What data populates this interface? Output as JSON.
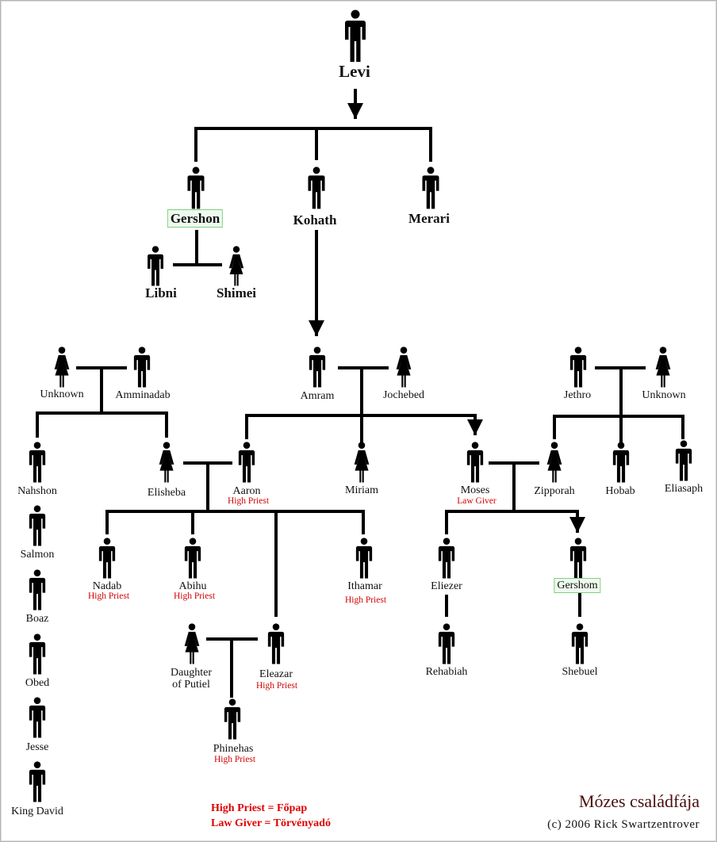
{
  "title": "Mózes családfája",
  "credit": "(c) 2006 Rick Swartzentrover",
  "legend": {
    "high_priest": "High Priest = Főpap",
    "law_giver": "Law Giver = Törvényadó"
  },
  "people": {
    "levi": "Levi",
    "gershon": "Gershon",
    "kohath": "Kohath",
    "merari": "Merari",
    "libni": "Libni",
    "shimei": "Shimei",
    "unknown_left": "Unknown",
    "amminadab": "Amminadab",
    "amram": "Amram",
    "jochebed": "Jochebed",
    "jethro": "Jethro",
    "unknown_right": "Unknown",
    "nahshon": "Nahshon",
    "salmon": "Salmon",
    "boaz": "Boaz",
    "obed": "Obed",
    "jesse": "Jesse",
    "king_david": "King David",
    "elisheba": "Elisheba",
    "aaron": "Aaron",
    "miriam": "Miriam",
    "moses": "Moses",
    "zipporah": "Zipporah",
    "hobab": "Hobab",
    "eliasaph": "Eliasaph",
    "nadab": "Nadab",
    "abihu": "Abihu",
    "ithamar": "Ithamar",
    "eliezer": "Eliezer",
    "gershom": "Gershom",
    "daughter_line1": "Daughter",
    "daughter_line2": "of Putiel",
    "eleazar": "Eleazar",
    "rehabiah": "Rehabiah",
    "shebuel": "Shebuel",
    "phinehas": "Phinehas"
  },
  "roles": {
    "high_priest": "High Priest",
    "law_giver": "Law Giver"
  },
  "colors": {
    "role_red": "#d40000",
    "title_brown": "#4a0d0d",
    "highlight_green": "#7fd07f"
  },
  "icons": {
    "male": "male-figure-icon",
    "female": "female-figure-icon"
  }
}
